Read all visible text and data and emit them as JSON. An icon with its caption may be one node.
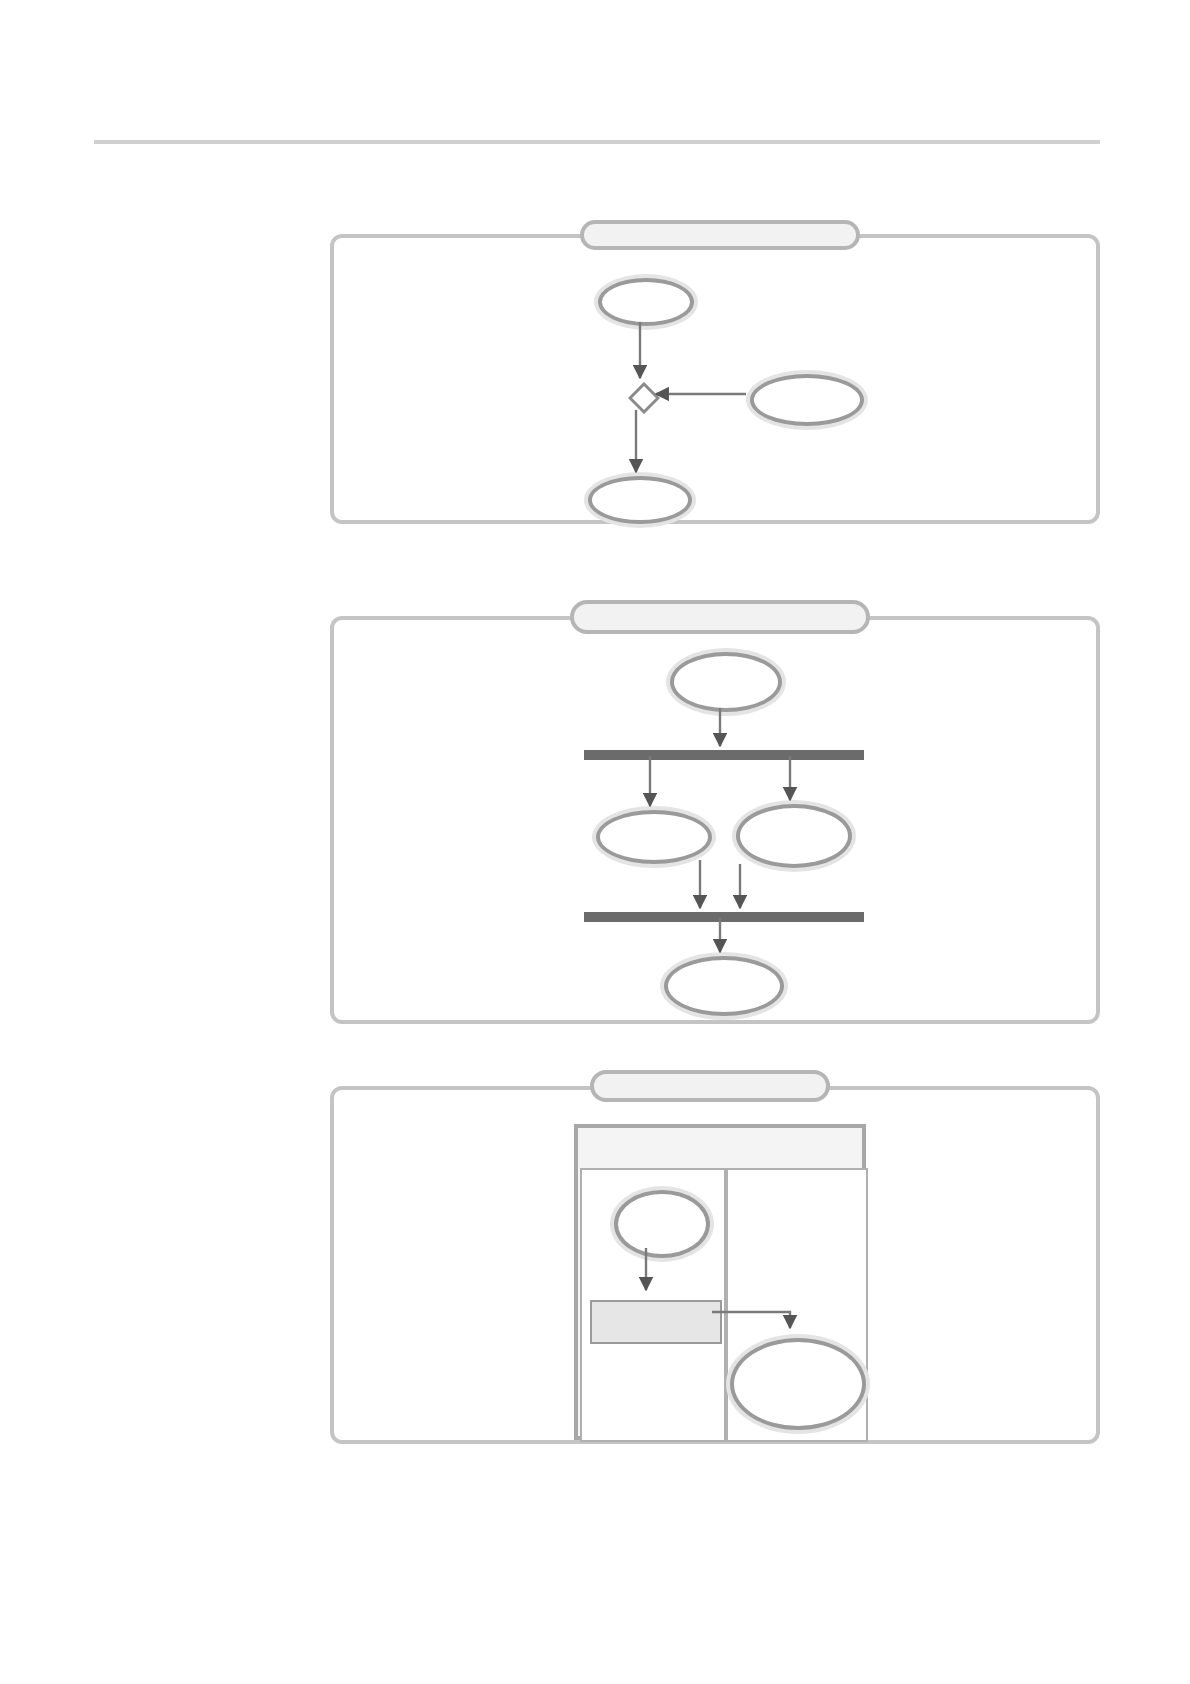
{
  "diagram": {
    "nodes": [
      {
        "text": [],
        "shape": "box"
      },
      {
        "text": [],
        "shape": "box"
      },
      {
        "text": [],
        "shape": "oval",
        "in": 0
      },
      {
        "text": [],
        "shape": "diamond",
        "in": 0
      },
      {
        "text": [],
        "shape": "oval",
        "in": 0
      },
      {
        "text": [],
        "shape": "oval",
        "in": 0
      },
      {
        "text": [],
        "shape": "box"
      },
      {
        "text": [],
        "shape": "box"
      },
      {
        "text": [],
        "shape": "oval",
        "in": 6
      },
      {
        "text": [],
        "shape": "bar",
        "in": 6
      },
      {
        "text": [],
        "shape": "oval",
        "in": 6
      },
      {
        "text": [],
        "shape": "oval",
        "in": 6
      },
      {
        "text": [],
        "shape": "bar",
        "in": 6
      },
      {
        "text": [],
        "shape": "oval",
        "in": 6
      },
      {
        "text": [],
        "shape": "box"
      },
      {
        "text": [],
        "shape": "box"
      },
      {
        "text": [],
        "shape": "box",
        "in": 14
      },
      {
        "text": [],
        "shape": "box",
        "in": 16
      },
      {
        "text": [],
        "shape": "box",
        "in": 16
      },
      {
        "text": [],
        "shape": "oval",
        "in": 17
      },
      {
        "text": [],
        "shape": "box",
        "in": 17
      },
      {
        "text": [],
        "shape": "oval",
        "in": 18
      }
    ],
    "edges": [
      {
        "from": 2,
        "to": 3,
        "arrow": "to"
      },
      {
        "from": 4,
        "to": 3,
        "arrow": "to"
      },
      {
        "from": 3,
        "to": 5,
        "arrow": "to"
      },
      {
        "from": 8,
        "to": 9,
        "arrow": "to"
      },
      {
        "from": 9,
        "to": 10,
        "arrow": "to"
      },
      {
        "from": 9,
        "to": 11,
        "arrow": "to"
      },
      {
        "from": 10,
        "to": 12,
        "arrow": "to"
      },
      {
        "from": 11,
        "to": 12,
        "arrow": "to"
      },
      {
        "from": 12,
        "to": 13,
        "arrow": "to"
      },
      {
        "from": 19,
        "to": 20,
        "arrow": "to"
      },
      {
        "from": 20,
        "to": 21,
        "arrow": "to"
      }
    ]
  }
}
